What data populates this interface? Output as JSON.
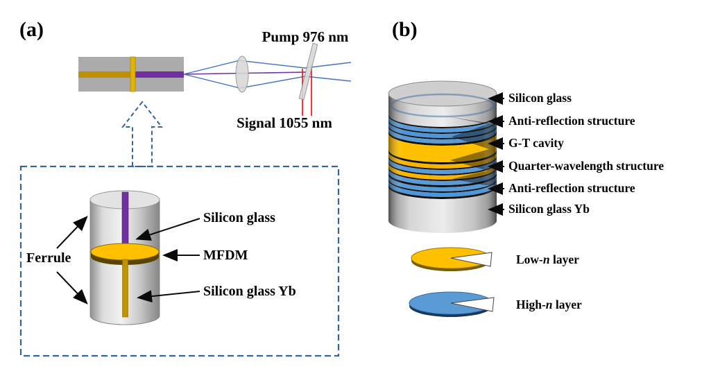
{
  "colors": {
    "bright_yellow_layer": "#FFC000",
    "dull_yellow_fiber": "#BF9000",
    "blue_layer": "#5B9BD5",
    "purple_fiber": "#7030A0",
    "dashed_blue": "#35639E",
    "beam_blue": "#4472C4",
    "signal_red": "#FF0000",
    "gray_body": "#ABABAB"
  },
  "panel_a": {
    "label": "(a)",
    "pump_label": "Pump 976 nm",
    "signal_label": "Signal 1055 nm",
    "ferrule_label": "Ferrule",
    "annotations": [
      "Silicon glass",
      "MFDM",
      "Silicon glass Yb"
    ]
  },
  "panel_b": {
    "label": "(b)",
    "stack_labels": [
      "Silicon glass",
      "Anti-reflection structure",
      "G-T cavity",
      "Quarter-wavelength structure",
      "Anti-reflection structure",
      "Silicon glass Yb"
    ],
    "legend": [
      {
        "prefix": "Low-",
        "n": "n",
        "suffix": " layer"
      },
      {
        "prefix": "High-",
        "n": "n",
        "suffix": " layer"
      }
    ]
  }
}
